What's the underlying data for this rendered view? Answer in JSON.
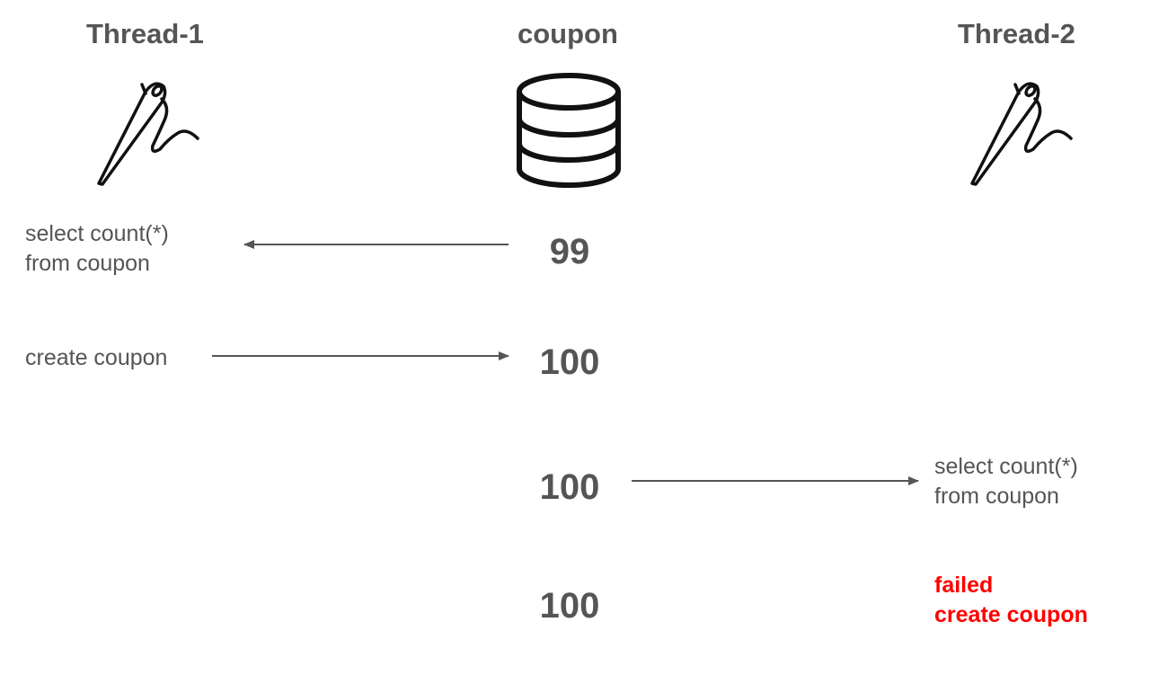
{
  "columns": {
    "thread1": "Thread-1",
    "db": "coupon",
    "thread2": "Thread-2"
  },
  "icons": {
    "thread1": "needle-thread-icon",
    "db": "database-icon",
    "thread2": "needle-thread-icon"
  },
  "steps": [
    {
      "value": "99",
      "label_lines": [
        "select count(*)",
        "from coupon"
      ],
      "actor": "Thread-1",
      "direction": "to-thread"
    },
    {
      "value": "100",
      "label_lines": [
        "create coupon"
      ],
      "actor": "Thread-1",
      "direction": "to-db"
    },
    {
      "value": "100",
      "label_lines": [
        "select count(*)",
        "from coupon"
      ],
      "actor": "Thread-2",
      "direction": "to-thread"
    },
    {
      "value": "100",
      "label_lines": [
        "failed",
        "create coupon"
      ],
      "actor": "Thread-2",
      "direction": "none"
    }
  ],
  "colors": {
    "text": "#555555",
    "arrow": "#555555",
    "error": "#ff0000"
  }
}
